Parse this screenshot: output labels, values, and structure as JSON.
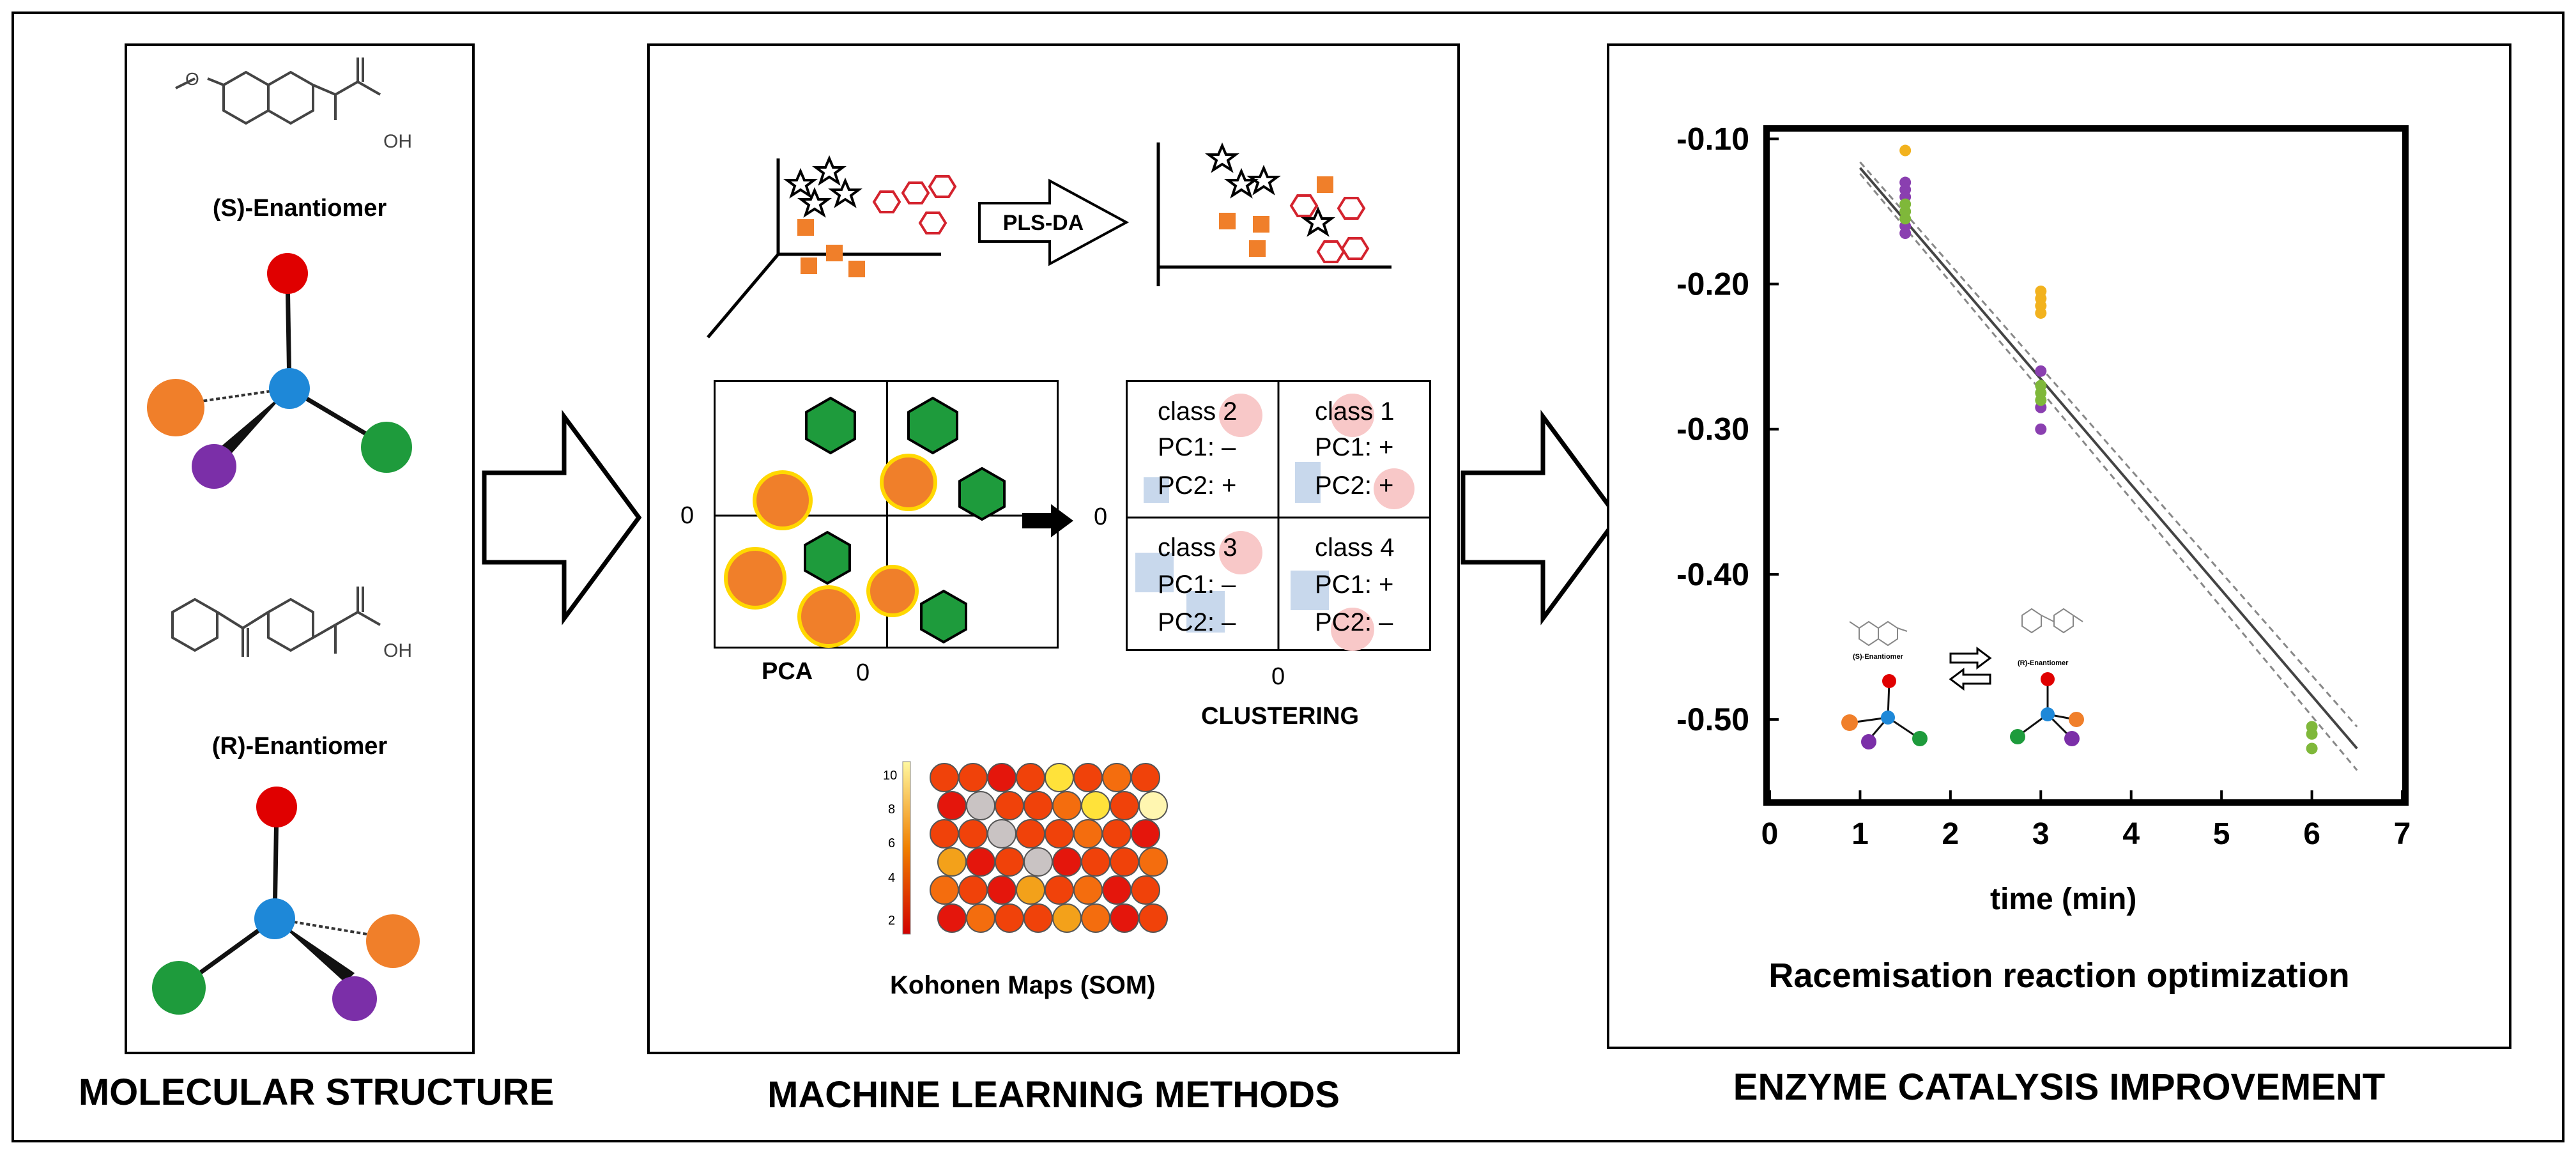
{
  "panels": {
    "molecular": {
      "caption": "MOLECULAR STRUCTURE",
      "s_label": "(S)-Enantiomer",
      "r_label": "(R)-Enantiomer",
      "oh_label": "OH",
      "o_label": "O"
    },
    "ml": {
      "caption": "MACHINE LEARNING METHODS",
      "plsda_label": "PLS-DA",
      "pca_label": "PCA",
      "pca_axis_zero_left": "0",
      "pca_axis_zero_bottom": "0",
      "clustering_label": "CLUSTERING",
      "cluster_axis_zero_left": "0",
      "cluster_axis_zero_bottom": "0",
      "clusters": [
        {
          "title": "class 2",
          "pc1": "PC1: –",
          "pc2": "PC2: +"
        },
        {
          "title": "class 1",
          "pc1": "PC1: +",
          "pc2": "PC2: +"
        },
        {
          "title": "class 3",
          "pc1": "PC1: –",
          "pc2": "PC2: –"
        },
        {
          "title": "class 4",
          "pc1": "PC1: +",
          "pc2": "PC2: –"
        }
      ],
      "som_label": "Kohonen Maps (SOM)",
      "som_scale": [
        "10",
        "8",
        "6",
        "4",
        "2"
      ]
    },
    "enzyme": {
      "caption": "ENZYME CATALYSIS IMPROVEMENT",
      "chart_title": "Racemisation reaction optimization",
      "inset_s_label": "(S)-Enantiomer",
      "inset_r_label": "(R)-Enantiomer"
    }
  },
  "colors": {
    "orange": "#f07f2a",
    "green": "#1e9b3c",
    "purple": "#7b2fa8",
    "red": "#e00000",
    "blue": "#1e88d8",
    "pink": "#f8c8c8",
    "lightblue": "#c8d8ec",
    "yellow": "#ffd800"
  },
  "chart_data": {
    "type": "scatter",
    "xlabel": "time (min)",
    "ylabel": "",
    "xlim": [
      0,
      7
    ],
    "ylim": [
      -0.555,
      -0.095
    ],
    "x_ticks": [
      0,
      1,
      2,
      3,
      4,
      5,
      6,
      7
    ],
    "y_ticks": [
      -0.1,
      -0.2,
      -0.3,
      -0.4,
      -0.5
    ],
    "y_tick_labels": [
      "-0.10",
      "-0.20",
      "-0.30",
      "-0.40",
      "-0.50"
    ],
    "series": [
      {
        "color": "#f2b21e",
        "points": [
          [
            1.5,
            -0.108
          ],
          [
            3,
            -0.205
          ],
          [
            3,
            -0.21
          ],
          [
            3,
            -0.215
          ],
          [
            3,
            -0.22
          ]
        ]
      },
      {
        "color": "#8a3fb0",
        "points": [
          [
            1.5,
            -0.13
          ],
          [
            1.5,
            -0.135
          ],
          [
            1.5,
            -0.14
          ],
          [
            1.5,
            -0.16
          ],
          [
            1.5,
            -0.165
          ],
          [
            3,
            -0.26
          ],
          [
            3,
            -0.285
          ],
          [
            3,
            -0.3
          ]
        ]
      },
      {
        "color": "#7fb83a",
        "points": [
          [
            1.5,
            -0.145
          ],
          [
            1.5,
            -0.15
          ],
          [
            1.5,
            -0.155
          ],
          [
            3,
            -0.27
          ],
          [
            3,
            -0.275
          ],
          [
            3,
            -0.28
          ],
          [
            6,
            -0.505
          ],
          [
            6,
            -0.51
          ],
          [
            6,
            -0.52
          ]
        ]
      }
    ],
    "fit_line": {
      "x": [
        1,
        6.5
      ],
      "y": [
        -0.12,
        -0.52
      ]
    },
    "confidence_upper": {
      "x": [
        1,
        6.5
      ],
      "y": [
        -0.116,
        -0.505
      ]
    },
    "confidence_lower": {
      "x": [
        1,
        6.5
      ],
      "y": [
        -0.124,
        -0.535
      ]
    },
    "grid": false
  }
}
